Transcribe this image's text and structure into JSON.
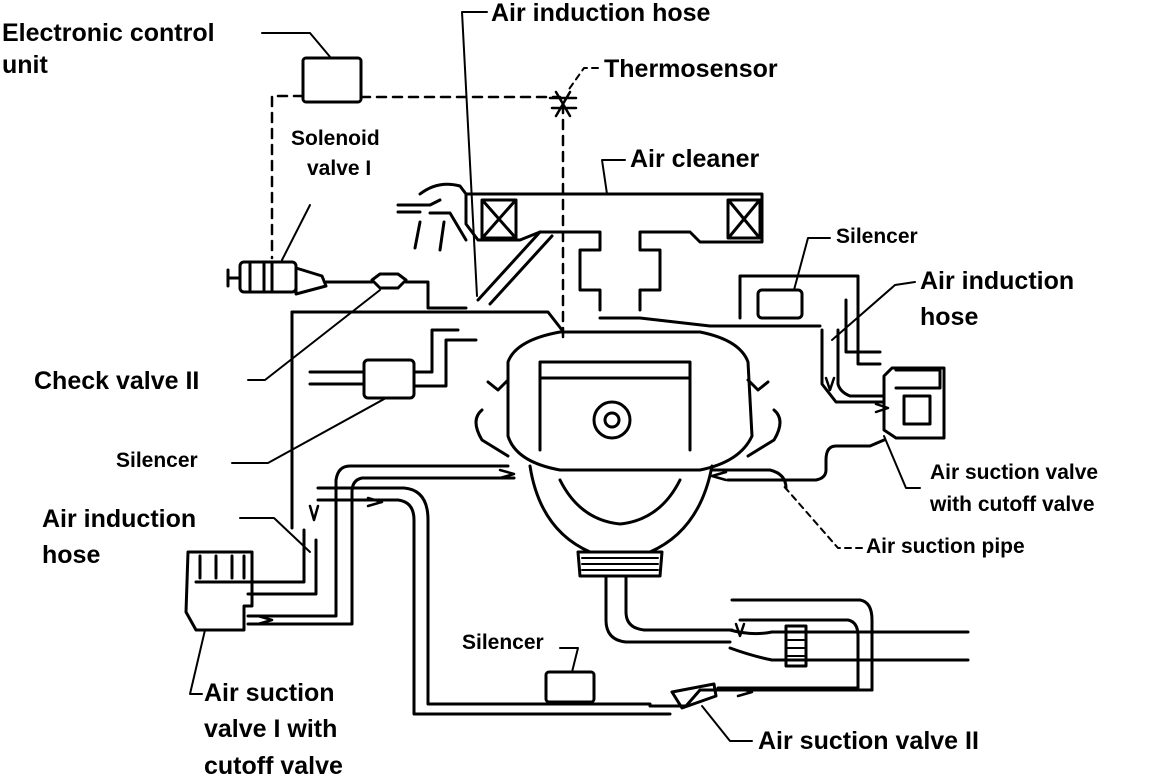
{
  "labels": {
    "electronic_control_unit": [
      "Electronic control",
      "unit"
    ],
    "air_induction_hose_top": "Air induction hose",
    "thermosensor": "Thermosensor",
    "solenoid_valve": [
      "Solenoid",
      "valve I"
    ],
    "air_cleaner": "Air cleaner",
    "silencer_right": "Silencer",
    "air_induction_hose_right": [
      "Air induction",
      "hose"
    ],
    "check_valve": "Check valve II",
    "silencer_left": "Silencer",
    "air_induction_hose_left": [
      "Air induction",
      "hose"
    ],
    "air_suction_valve_cutoff": [
      "Air suction valve",
      "with cutoff valve"
    ],
    "air_suction_pipe": "Air suction pipe",
    "silencer_bottom": "Silencer",
    "air_suction_valve_1": [
      "Air suction",
      "valve I with",
      "cutoff valve"
    ],
    "air_suction_valve_2": "Air suction valve II"
  },
  "colors": {
    "ink": "#000000",
    "paper": "#ffffff"
  }
}
